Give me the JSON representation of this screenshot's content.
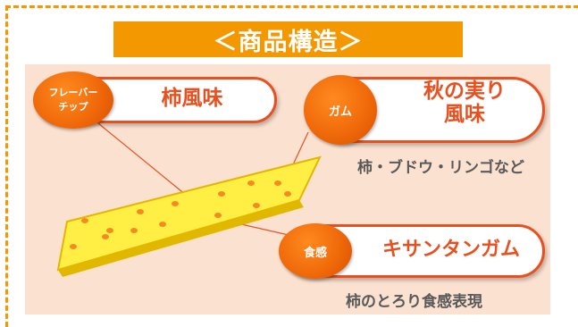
{
  "title": "＜商品構造＞",
  "components": [
    {
      "badge": "フレーバー\nチップ",
      "label": "柿風味",
      "caption": ""
    },
    {
      "badge": "ガム",
      "label": "秋の実り\n風味",
      "caption": "柿・ブドウ・リンゴなど"
    },
    {
      "badge": "食感",
      "label": "キサンタンガム",
      "caption": "柿のとろり食感表現"
    }
  ],
  "colors": {
    "accent": "#f39800",
    "callout_border": "#e8501f",
    "panel_bg": "#fbe1d0",
    "gum_fill": "#ffee44",
    "chip_dot": "#f58a1f",
    "caption_text": "#595959"
  }
}
